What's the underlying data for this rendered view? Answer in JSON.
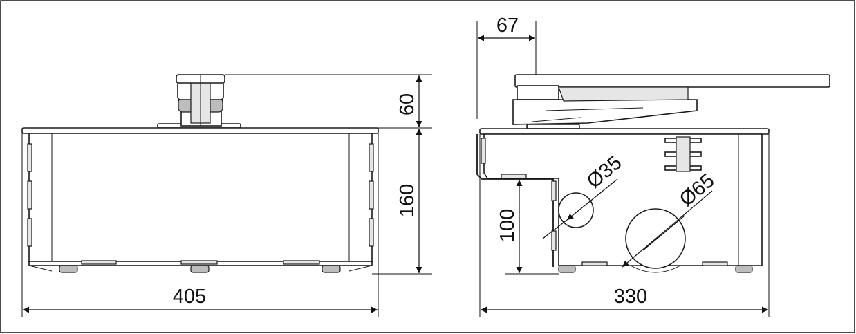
{
  "dimensions": {
    "front_width": "405",
    "top_height": "60",
    "body_height": "160",
    "side_offset": "67",
    "side_height": "100",
    "side_width": "330",
    "small_hole": "Ø35",
    "large_hole": "Ø65"
  }
}
